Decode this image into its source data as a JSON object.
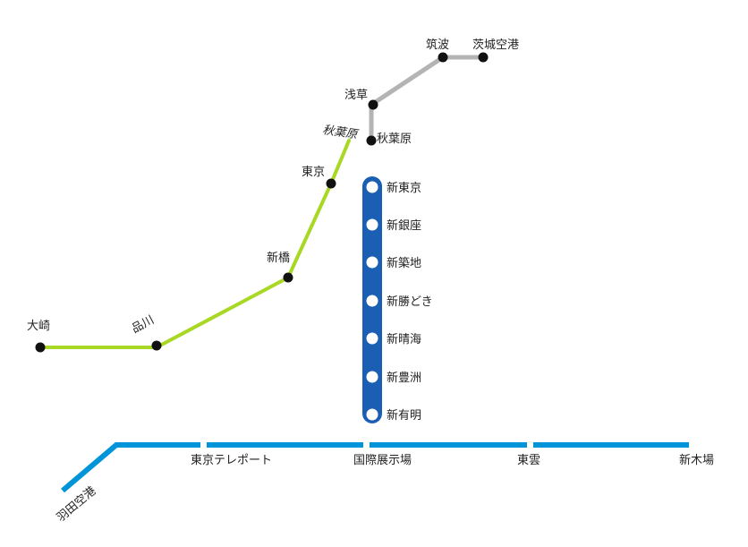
{
  "colors": {
    "yamanote": "#a8d824",
    "tx": "#b4b4b4",
    "blue": "#1a5fb4",
    "rinkai": "#0094d8",
    "station_dot": "#111111",
    "label": "#222222"
  },
  "lines": {
    "yamanote": {
      "stations": [
        "大崎",
        "品川",
        "新橋",
        "東京",
        "秋葉原"
      ]
    },
    "tx": {
      "stations": [
        "秋葉原",
        "浅草",
        "筑波",
        "茨城空港"
      ]
    },
    "blue": {
      "stations": [
        "新東京",
        "新銀座",
        "新築地",
        "新勝どき",
        "新晴海",
        "新豊洲",
        "新有明"
      ]
    },
    "rinkai": {
      "stations": [
        "羽田空港",
        "東京テレポート",
        "国際展示場",
        "東雲",
        "新木場"
      ]
    }
  }
}
